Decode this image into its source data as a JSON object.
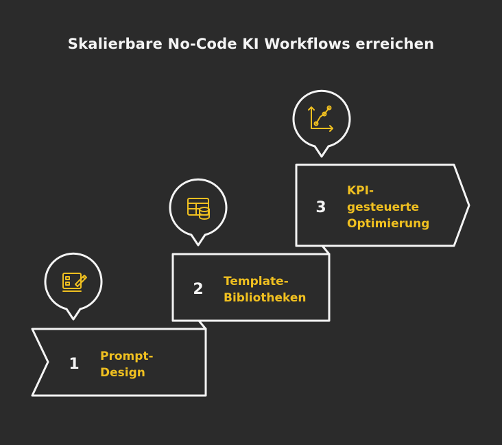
{
  "title": "Skalierbare No-Code KI Workflows erreichen",
  "colors": {
    "background": "#2b2b2b",
    "stroke": "#f4f4f4",
    "accent": "#f0c020",
    "text": "#f4f4f4"
  },
  "steps": [
    {
      "number": "1",
      "label_lines": [
        "Prompt-",
        "Design"
      ],
      "icon": "prompt-design-icon"
    },
    {
      "number": "2",
      "label_lines": [
        "Template-",
        "Bibliotheken"
      ],
      "icon": "template-library-icon"
    },
    {
      "number": "3",
      "label_lines": [
        "KPI-",
        "gesteuerte",
        "Optimierung"
      ],
      "icon": "kpi-chart-icon"
    }
  ]
}
